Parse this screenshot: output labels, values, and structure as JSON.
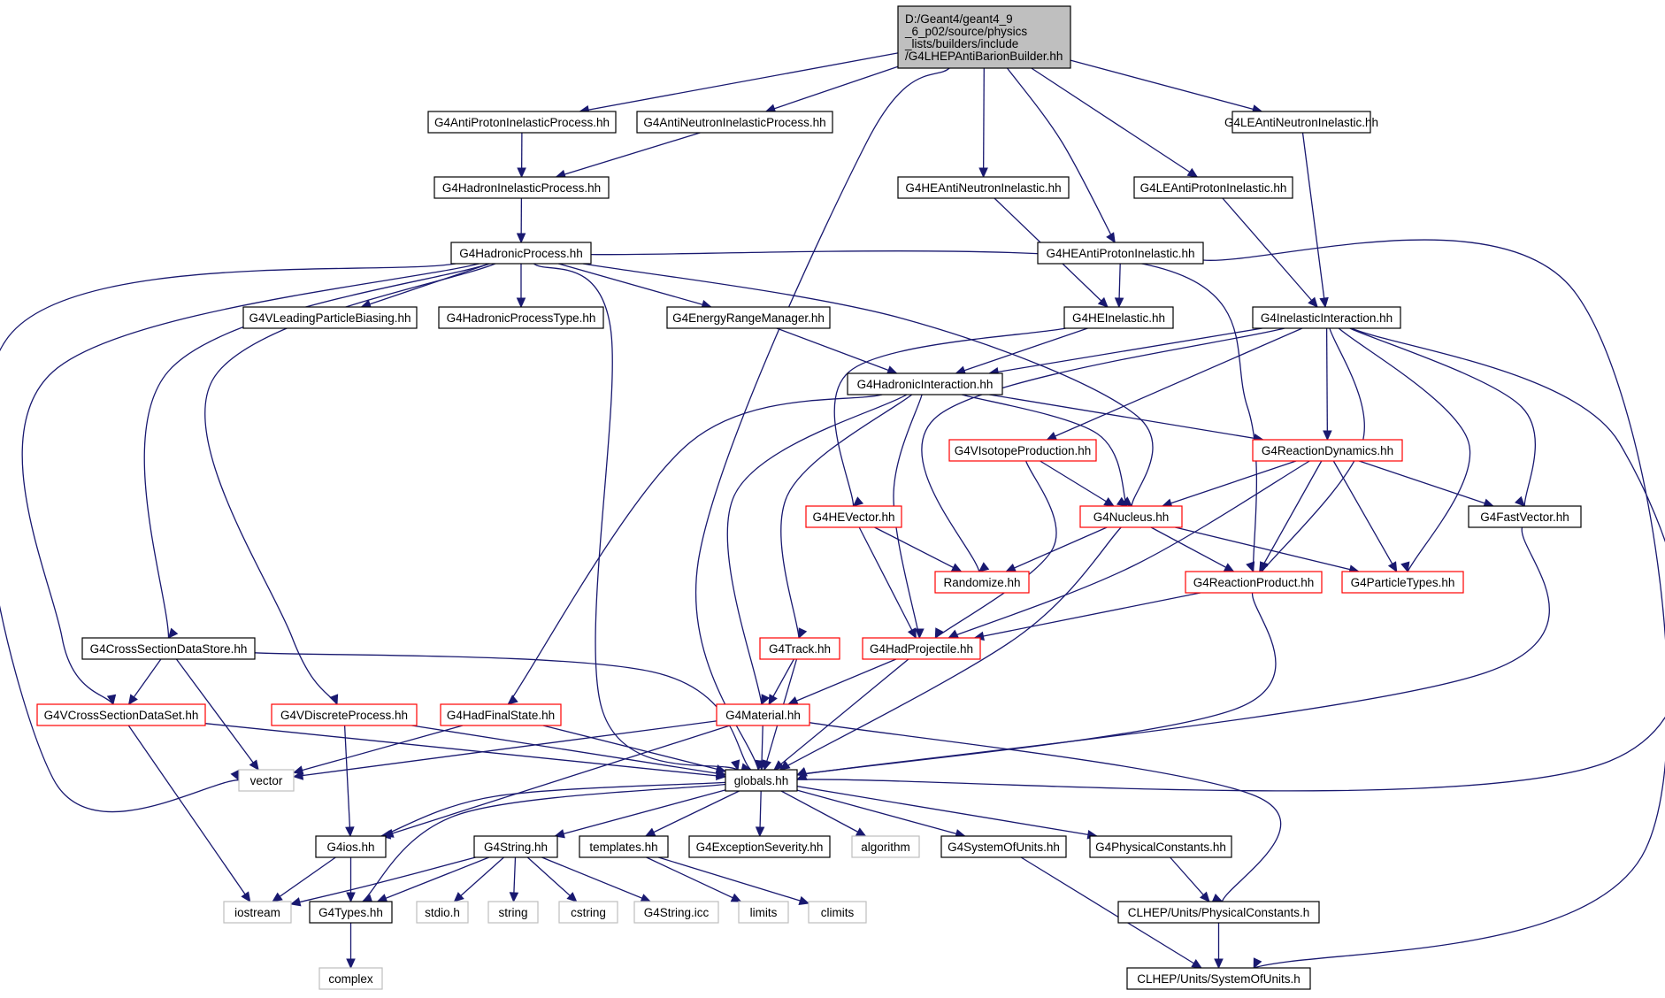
{
  "diagram": {
    "type": "include-dependency-graph",
    "colors": {
      "edge": "#191970",
      "node_border_default": "#000000",
      "node_border_truncated": "#ff0000",
      "node_border_system": "#bfbfbf",
      "root_fill": "#bfbfbf"
    },
    "nodes": [
      {
        "id": "root",
        "lines": [
          "D:/Geant4/geant4_9",
          "_6_p02/source/physics",
          "_lists/builders/include",
          "/G4LHEPAntiBarionBuilder.hh"
        ],
        "style": "root"
      },
      {
        "id": "antiProtonInelasticProcess",
        "lines": [
          "G4AntiProtonInelasticProcess.hh"
        ],
        "style": "black"
      },
      {
        "id": "antiNeutronInelasticProcess",
        "lines": [
          "G4AntiNeutronInelasticProcess.hh"
        ],
        "style": "black"
      },
      {
        "id": "leAntiNeutronInelastic",
        "lines": [
          "G4LEAntiNeutronInelastic.hh"
        ],
        "style": "black"
      },
      {
        "id": "hadronInelasticProcess",
        "lines": [
          "G4HadronInelasticProcess.hh"
        ],
        "style": "black"
      },
      {
        "id": "heAntiNeutronInelastic",
        "lines": [
          "G4HEAntiNeutronInelastic.hh"
        ],
        "style": "black"
      },
      {
        "id": "leAntiProtonInelastic",
        "lines": [
          "G4LEAntiProtonInelastic.hh"
        ],
        "style": "black"
      },
      {
        "id": "hadronicProcess",
        "lines": [
          "G4HadronicProcess.hh"
        ],
        "style": "black"
      },
      {
        "id": "heAntiProtonInelastic",
        "lines": [
          "G4HEAntiProtonInelastic.hh"
        ],
        "style": "black"
      },
      {
        "id": "vLeadingParticleBiasing",
        "lines": [
          "G4VLeadingParticleBiasing.hh"
        ],
        "style": "black"
      },
      {
        "id": "hadronicProcessType",
        "lines": [
          "G4HadronicProcessType.hh"
        ],
        "style": "black"
      },
      {
        "id": "energyRangeManager",
        "lines": [
          "G4EnergyRangeManager.hh"
        ],
        "style": "black"
      },
      {
        "id": "heInelastic",
        "lines": [
          "G4HEInelastic.hh"
        ],
        "style": "black"
      },
      {
        "id": "inelasticInteraction",
        "lines": [
          "G4InelasticInteraction.hh"
        ],
        "style": "black"
      },
      {
        "id": "hadronicInteraction",
        "lines": [
          "G4HadronicInteraction.hh"
        ],
        "style": "black"
      },
      {
        "id": "vIsotopeProduction",
        "lines": [
          "G4VIsotopeProduction.hh"
        ],
        "style": "red"
      },
      {
        "id": "reactionDynamics",
        "lines": [
          "G4ReactionDynamics.hh"
        ],
        "style": "red"
      },
      {
        "id": "heVector",
        "lines": [
          "G4HEVector.hh"
        ],
        "style": "red"
      },
      {
        "id": "nucleus",
        "lines": [
          "G4Nucleus.hh"
        ],
        "style": "red"
      },
      {
        "id": "fastVector",
        "lines": [
          "G4FastVector.hh"
        ],
        "style": "black"
      },
      {
        "id": "randomize",
        "lines": [
          "Randomize.hh"
        ],
        "style": "red"
      },
      {
        "id": "reactionProduct",
        "lines": [
          "G4ReactionProduct.hh"
        ],
        "style": "red"
      },
      {
        "id": "particleTypes",
        "lines": [
          "G4ParticleTypes.hh"
        ],
        "style": "red"
      },
      {
        "id": "crossSectionDataStore",
        "lines": [
          "G4CrossSectionDataStore.hh"
        ],
        "style": "black"
      },
      {
        "id": "track",
        "lines": [
          "G4Track.hh"
        ],
        "style": "red"
      },
      {
        "id": "hadProjectile",
        "lines": [
          "G4HadProjectile.hh"
        ],
        "style": "red"
      },
      {
        "id": "vCrossSectionDataSet",
        "lines": [
          "G4VCrossSectionDataSet.hh"
        ],
        "style": "red"
      },
      {
        "id": "vDiscreteProcess",
        "lines": [
          "G4VDiscreteProcess.hh"
        ],
        "style": "red"
      },
      {
        "id": "hadFinalState",
        "lines": [
          "G4HadFinalState.hh"
        ],
        "style": "red"
      },
      {
        "id": "material",
        "lines": [
          "G4Material.hh"
        ],
        "style": "red"
      },
      {
        "id": "vector",
        "lines": [
          "vector"
        ],
        "style": "grey"
      },
      {
        "id": "globals",
        "lines": [
          "globals.hh"
        ],
        "style": "black"
      },
      {
        "id": "ios",
        "lines": [
          "G4ios.hh"
        ],
        "style": "black"
      },
      {
        "id": "string_hh",
        "lines": [
          "G4String.hh"
        ],
        "style": "black"
      },
      {
        "id": "templates",
        "lines": [
          "templates.hh"
        ],
        "style": "black"
      },
      {
        "id": "exceptionSeverity",
        "lines": [
          "G4ExceptionSeverity.hh"
        ],
        "style": "black"
      },
      {
        "id": "algorithm",
        "lines": [
          "algorithm"
        ],
        "style": "grey"
      },
      {
        "id": "systemOfUnits",
        "lines": [
          "G4SystemOfUnits.hh"
        ],
        "style": "black"
      },
      {
        "id": "physicalConstants",
        "lines": [
          "G4PhysicalConstants.hh"
        ],
        "style": "black"
      },
      {
        "id": "iostream",
        "lines": [
          "iostream"
        ],
        "style": "grey"
      },
      {
        "id": "types",
        "lines": [
          "G4Types.hh"
        ],
        "style": "black"
      },
      {
        "id": "stdio",
        "lines": [
          "stdio.h"
        ],
        "style": "grey"
      },
      {
        "id": "string",
        "lines": [
          "string"
        ],
        "style": "grey"
      },
      {
        "id": "cstring",
        "lines": [
          "cstring"
        ],
        "style": "grey"
      },
      {
        "id": "stringIcc",
        "lines": [
          "G4String.icc"
        ],
        "style": "grey"
      },
      {
        "id": "limits",
        "lines": [
          "limits"
        ],
        "style": "grey"
      },
      {
        "id": "climits",
        "lines": [
          "climits"
        ],
        "style": "grey"
      },
      {
        "id": "clhepPhysicalConstants",
        "lines": [
          "CLHEP/Units/PhysicalConstants.h"
        ],
        "style": "black"
      },
      {
        "id": "complex",
        "lines": [
          "complex"
        ],
        "style": "grey"
      },
      {
        "id": "clhepSystemOfUnits",
        "lines": [
          "CLHEP/Units/SystemOfUnits.h"
        ],
        "style": "black"
      }
    ],
    "edges": [
      [
        "root",
        "antiProtonInelasticProcess"
      ],
      [
        "root",
        "antiNeutronInelasticProcess"
      ],
      [
        "root",
        "globals"
      ],
      [
        "root",
        "heAntiNeutronInelastic"
      ],
      [
        "root",
        "heAntiProtonInelastic"
      ],
      [
        "root",
        "leAntiProtonInelastic"
      ],
      [
        "root",
        "leAntiNeutronInelastic"
      ],
      [
        "antiProtonInelasticProcess",
        "hadronInelasticProcess"
      ],
      [
        "antiNeutronInelasticProcess",
        "hadronInelasticProcess"
      ],
      [
        "hadronInelasticProcess",
        "hadronicProcess"
      ],
      [
        "hadronicProcess",
        "vLeadingParticleBiasing"
      ],
      [
        "hadronicProcess",
        "hadronicProcessType"
      ],
      [
        "hadronicProcess",
        "energyRangeManager"
      ],
      [
        "hadronicProcess",
        "crossSectionDataStore"
      ],
      [
        "hadronicProcess",
        "vCrossSectionDataSet"
      ],
      [
        "hadronicProcess",
        "vDiscreteProcess"
      ],
      [
        "hadronicProcess",
        "vector"
      ],
      [
        "hadronicProcess",
        "globals"
      ],
      [
        "hadronicProcess",
        "nucleus"
      ],
      [
        "hadronicProcess",
        "reactionProduct"
      ],
      [
        "energyRangeManager",
        "hadronicInteraction"
      ],
      [
        "heAntiNeutronInelastic",
        "heInelastic"
      ],
      [
        "heAntiProtonInelastic",
        "heInelastic"
      ],
      [
        "heAntiProtonInelastic",
        "clhepSystemOfUnits"
      ],
      [
        "leAntiProtonInelastic",
        "inelasticInteraction"
      ],
      [
        "leAntiNeutronInelastic",
        "inelasticInteraction"
      ],
      [
        "heInelastic",
        "hadronicInteraction"
      ],
      [
        "heInelastic",
        "heVector"
      ],
      [
        "inelasticInteraction",
        "hadronicInteraction"
      ],
      [
        "inelasticInteraction",
        "randomize"
      ],
      [
        "inelasticInteraction",
        "vIsotopeProduction"
      ],
      [
        "inelasticInteraction",
        "reactionDynamics"
      ],
      [
        "inelasticInteraction",
        "reactionProduct"
      ],
      [
        "inelasticInteraction",
        "particleTypes"
      ],
      [
        "inelasticInteraction",
        "fastVector"
      ],
      [
        "inelasticInteraction",
        "globals"
      ],
      [
        "hadronicInteraction",
        "hadFinalState"
      ],
      [
        "hadronicInteraction",
        "material"
      ],
      [
        "hadronicInteraction",
        "track"
      ],
      [
        "hadronicInteraction",
        "hadProjectile"
      ],
      [
        "hadronicInteraction",
        "nucleus"
      ],
      [
        "hadronicInteraction",
        "reactionDynamics"
      ],
      [
        "vIsotopeProduction",
        "nucleus"
      ],
      [
        "vIsotopeProduction",
        "hadProjectile"
      ],
      [
        "reactionDynamics",
        "nucleus"
      ],
      [
        "reactionDynamics",
        "reactionProduct"
      ],
      [
        "reactionDynamics",
        "particleTypes"
      ],
      [
        "reactionDynamics",
        "fastVector"
      ],
      [
        "reactionDynamics",
        "hadProjectile"
      ],
      [
        "heVector",
        "randomize"
      ],
      [
        "heVector",
        "hadProjectile"
      ],
      [
        "nucleus",
        "randomize"
      ],
      [
        "nucleus",
        "reactionProduct"
      ],
      [
        "nucleus",
        "particleTypes"
      ],
      [
        "nucleus",
        "globals"
      ],
      [
        "fastVector",
        "globals"
      ],
      [
        "reactionProduct",
        "hadProjectile"
      ],
      [
        "reactionProduct",
        "globals"
      ],
      [
        "crossSectionDataStore",
        "vCrossSectionDataSet"
      ],
      [
        "crossSectionDataStore",
        "vector"
      ],
      [
        "crossSectionDataStore",
        "globals"
      ],
      [
        "track",
        "material"
      ],
      [
        "track",
        "globals"
      ],
      [
        "hadProjectile",
        "material"
      ],
      [
        "hadProjectile",
        "globals"
      ],
      [
        "vCrossSectionDataSet",
        "globals"
      ],
      [
        "vCrossSectionDataSet",
        "iostream"
      ],
      [
        "vDiscreteProcess",
        "globals"
      ],
      [
        "vDiscreteProcess",
        "ios"
      ],
      [
        "hadFinalState",
        "vector"
      ],
      [
        "hadFinalState",
        "globals"
      ],
      [
        "material",
        "vector"
      ],
      [
        "material",
        "globals"
      ],
      [
        "material",
        "ios"
      ],
      [
        "material",
        "clhepPhysicalConstants"
      ],
      [
        "globals",
        "ios"
      ],
      [
        "globals",
        "string_hh"
      ],
      [
        "globals",
        "templates"
      ],
      [
        "globals",
        "exceptionSeverity"
      ],
      [
        "globals",
        "algorithm"
      ],
      [
        "globals",
        "systemOfUnits"
      ],
      [
        "globals",
        "physicalConstants"
      ],
      [
        "globals",
        "types"
      ],
      [
        "ios",
        "iostream"
      ],
      [
        "ios",
        "types"
      ],
      [
        "string_hh",
        "iostream"
      ],
      [
        "string_hh",
        "types"
      ],
      [
        "string_hh",
        "stdio"
      ],
      [
        "string_hh",
        "string"
      ],
      [
        "string_hh",
        "cstring"
      ],
      [
        "string_hh",
        "stringIcc"
      ],
      [
        "templates",
        "limits"
      ],
      [
        "templates",
        "climits"
      ],
      [
        "systemOfUnits",
        "clhepSystemOfUnits"
      ],
      [
        "physicalConstants",
        "clhepPhysicalConstants"
      ],
      [
        "clhepPhysicalConstants",
        "clhepSystemOfUnits"
      ],
      [
        "types",
        "complex"
      ]
    ]
  }
}
